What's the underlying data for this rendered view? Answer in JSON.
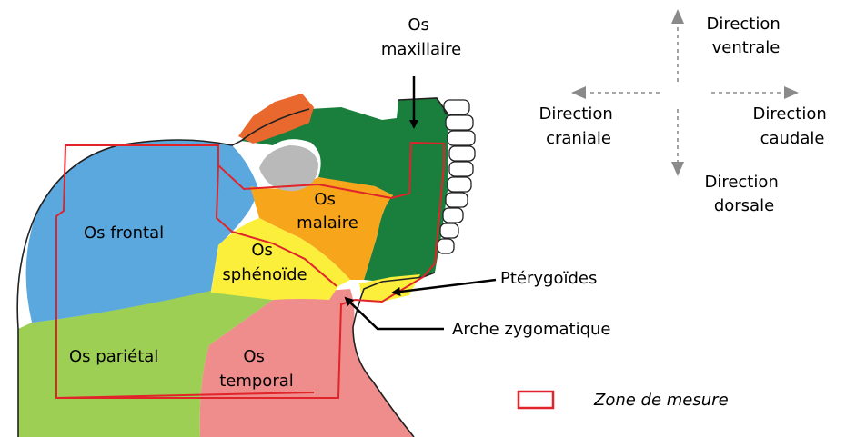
{
  "bones": {
    "maxillaire": [
      "Os",
      "maxillaire"
    ],
    "frontal": "Os frontal",
    "malaire": [
      "Os",
      "malaire"
    ],
    "sphenoide": [
      "Os",
      "sphénoïde"
    ],
    "parietal": "Os pariétal",
    "temporal": [
      "Os",
      "temporal"
    ]
  },
  "callouts": {
    "pterygoides": "Ptérygoïdes",
    "arche": "Arche zygomatique"
  },
  "directions": {
    "ventral": [
      "Direction",
      "ventrale"
    ],
    "cranial": [
      "Direction",
      "craniale"
    ],
    "caudal": [
      "Direction",
      "caudale"
    ],
    "dorsal": [
      "Direction",
      "dorsale"
    ]
  },
  "legend": {
    "zone": "Zone de mesure",
    "zone_color": "#e0242a"
  },
  "colors": {
    "frontal": "#5aa8dd",
    "parietal": "#9ccf54",
    "temporal": "#ef8c8c",
    "sphenoide": "#fbef3c",
    "malaire": "#f7a51b",
    "maxillaire": "#1a7f3d",
    "nasal": "#e8682e",
    "orbit": "#b9b9b9"
  }
}
